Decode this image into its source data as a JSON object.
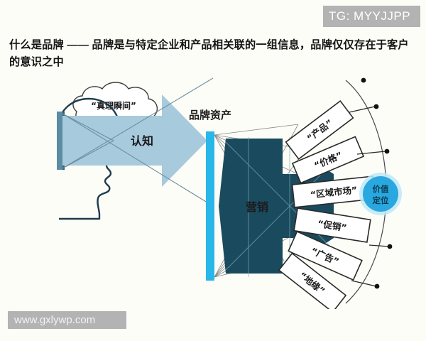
{
  "badge": {
    "text": "TG: MYYJJPP",
    "bg_color": "#b3b3b3",
    "text_color": "#ffffff"
  },
  "headline": {
    "text": "什么是品牌 —— 品牌是与特定企业和产品相关联的一组信息，品牌仅仅存在于客户的意识之中"
  },
  "watermark": {
    "text": "www.gxlywp.com",
    "bg_color": "#b3b3b3",
    "text_color": "#f2f2f2"
  },
  "diagram": {
    "background_color": "#fdfdf7",
    "thought_bubble": {
      "text": "“真理瞬间”",
      "fill": "#ffffff",
      "stroke": "#3c3c3c"
    },
    "head": {
      "name": "customer-head-outline",
      "stroke": "#1f3b4d",
      "screen_fill": "#a8c6d8",
      "bar_fill": "#5d8ba3"
    },
    "perception_arrow": {
      "label": "认知",
      "fill": "#a8cadd"
    },
    "brand_asset_bar": {
      "title": "品牌资产",
      "fill": "#29b6e8"
    },
    "marketing_arrow": {
      "label": "营销",
      "fill": "#1a4a5e"
    },
    "value_circle": {
      "line1": "价值",
      "line2": "定位",
      "fill": "#29a8df",
      "glow": "#bfe8f8",
      "text_color": "#0a3a52"
    },
    "mix_labels": [
      {
        "id": "product",
        "text": "“产品”",
        "angle": -37
      },
      {
        "id": "price",
        "text": "“价格”",
        "angle": -23
      },
      {
        "id": "place",
        "text": "“区域市场”",
        "angle": -6
      },
      {
        "id": "promo",
        "text": "“促销”",
        "angle": 9
      },
      {
        "id": "ad",
        "text": "“广告”",
        "angle": 24
      },
      {
        "id": "geo",
        "text": "“地缘”",
        "angle": 38
      }
    ],
    "label_box": {
      "fill": "#ffffff",
      "stroke": "#2a2a2a"
    },
    "arc": {
      "stroke": "#4a4a4a",
      "dot_color": "#111111",
      "dot_count": 6
    },
    "fan_lines": {
      "stroke": "#8a8a8a"
    }
  }
}
